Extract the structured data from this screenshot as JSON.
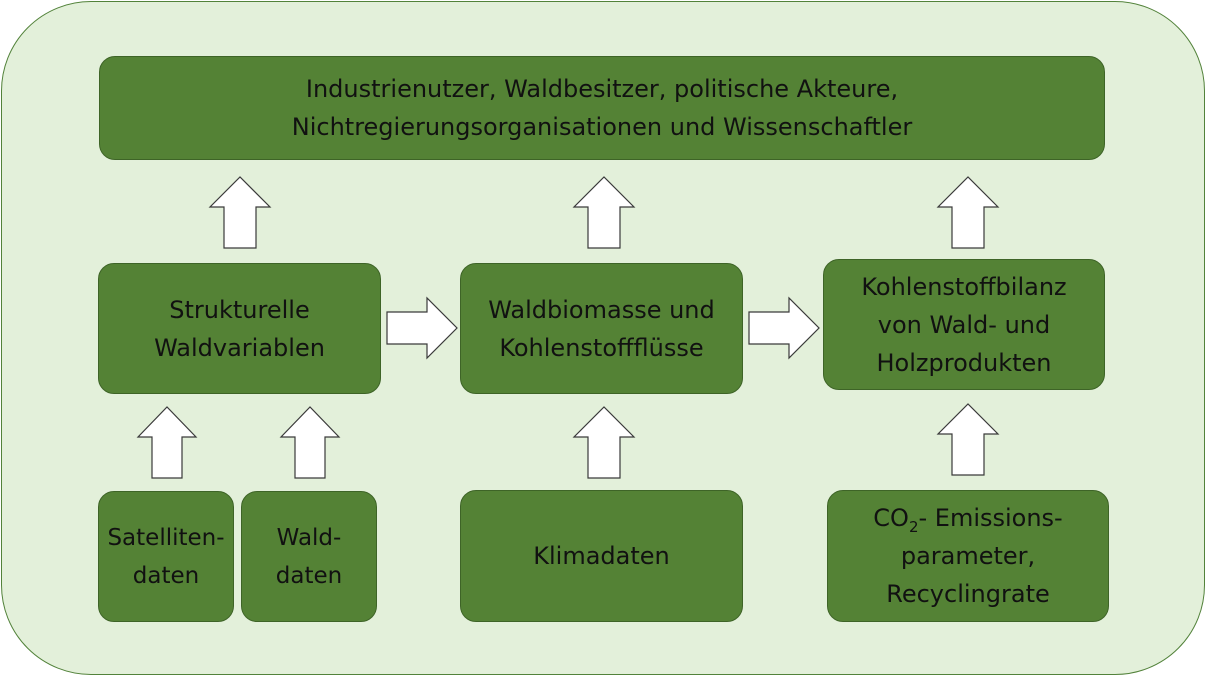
{
  "stakeholders": {
    "line1": "Industrienutzer, Waldbesitzer, politische Akteure,",
    "line2": "Nichtregierungsorganisationen und Wissenschaftler"
  },
  "structural": {
    "line1": "Strukturelle",
    "line2": "Waldvariablen"
  },
  "biomass": {
    "line1": "Waldbiomasse und",
    "line2": "Kohlenstoffflüsse"
  },
  "carbon_balance": {
    "line1": "Kohlenstoffbilanz",
    "line2": "von Wald- und",
    "line3": "Holzprodukten"
  },
  "satellite": {
    "line1": "Satelliten-",
    "line2": "daten"
  },
  "forest_data": {
    "line1": "Wald-",
    "line2": "daten"
  },
  "climate": {
    "line1": "Klimadaten"
  },
  "emissions": {
    "co": "CO",
    "sub": "2",
    "rest": "- Emissions-",
    "line2": "parameter,",
    "line3": "Recyclingrate"
  },
  "colors": {
    "background": "#e3f0da",
    "box_fill": "#548235",
    "arrow_fill": "#ffffff"
  }
}
